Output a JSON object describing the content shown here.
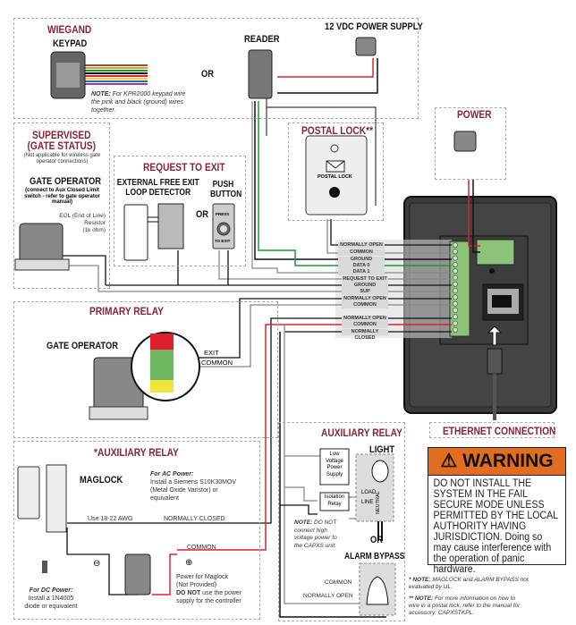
{
  "wiegand": {
    "title": "WIEGAND",
    "keypad": "KEYPAD",
    "or": "OR",
    "reader": "READER",
    "power_supply": "12 VDC POWER SUPPLY",
    "note_label": "NOTE:",
    "note_text": "For KPR2000 keypad wire the pink and black (ground) wires together."
  },
  "supervised": {
    "title_line1": "SUPERVISED",
    "title_line2": "(GATE STATUS)",
    "subtitle": "(Not applicable for wireless gate operator connections)",
    "gate_operator": "GATE OPERATOR",
    "connect_note": "(connect to Aux Closed Limit switch - refer to gate operator manual)",
    "eol_line1": "EOL (End of Line)",
    "eol_line2": "Resistor",
    "eol_line3": "(1k ohm)"
  },
  "request_to_exit": {
    "title": "REQUEST TO EXIT",
    "loop_line1": "EXTERNAL FREE EXIT",
    "loop_line2": "LOOP DETECTOR",
    "or": "OR",
    "push_line1": "PUSH",
    "push_line2": "BUTTON",
    "button_top": "PRESS",
    "button_bottom": "TO EXIT"
  },
  "postal_lock": {
    "title": "POSTAL LOCK**",
    "device_label": "POSTAL LOCK"
  },
  "power": {
    "title": "POWER"
  },
  "terminals": [
    "NORMALLY OPEN",
    "COMMON",
    "GROUND",
    "DATA 0",
    "DATA 1",
    "REQUEST TO EXIT",
    "GROUND",
    "SUP",
    "NORMALLY OPEN",
    "COMMON",
    "NORMALLY OPEN",
    "COMMON",
    "NORMALLY CLOSED"
  ],
  "primary_relay": {
    "title": "PRIMARY RELAY",
    "gate_operator": "GATE OPERATOR",
    "exit": "EXIT",
    "common": "COMMON"
  },
  "aux_relay_left": {
    "title": "*AUXILIARY RELAY",
    "maglock": "MAGLOCK",
    "ac_title": "For AC Power:",
    "ac_text_1": "Install a Siemens S10K30MOV",
    "ac_text_2": "(Metal Oxide Varistor) or",
    "ac_text_3": "equivalent",
    "awg": "Use 18-22 AWG",
    "normally_closed": "NORMALLY CLOSED",
    "common": "COMMON",
    "dc_title": "For DC Power:",
    "dc_text_1": "Install a 1N4005",
    "dc_text_2": "diode or equivalent",
    "power_1": "Power for Maglock",
    "power_2": "(Not Provided)",
    "power_3_bold": "DO NOT",
    "power_3": " use the power",
    "power_4": "supply for the controller",
    "minus": "⊖",
    "plus": "⊕"
  },
  "aux_relay_right": {
    "title": "AUXILIARY RELAY",
    "light": "LIGHT",
    "lvps_1": "Low",
    "lvps_2": "Voltage",
    "lvps_3": "Power",
    "lvps_4": "Supply",
    "iso_1": "Isolation",
    "iso_2": "Relay",
    "load": "LOAD",
    "line": "LINE",
    "neutral": "NEUTRAL",
    "note_label": "NOTE:",
    "note_text": "DO NOT connect high voltage power to the CAPXS unit.",
    "or": "OR",
    "alarm_bypass": "ALARM BYPASS",
    "common": "COMMON",
    "normally_open": "NORMALLY OPEN"
  },
  "ethernet": {
    "title": "ETHERNET CONNECTION"
  },
  "warning": {
    "title": "WARNING",
    "text": "DO NOT INSTALL THE SYSTEM IN THE FAIL SECURE MODE UNLESS PERMITTED BY THE LOCAL AUTHORITY HAVING JURISDICTION. Doing so may cause interference with the operation of panic hardware."
  },
  "footnotes": {
    "n1_label": "* NOTE:",
    "n1_text": "MAGLOCK and ALARM BYPASS not evaluated by UL.",
    "n2_label": "** NOTE:",
    "n2_text": "For more information on how to wire in a postal lock, refer to the manual for accessory: CAPXSTKPL."
  },
  "colors": {
    "section_title": "#8a2434",
    "warning_bar": "#e36d1f",
    "power_wire": "#e0202e",
    "data_wire": "#1a9a3a",
    "terminal_green": "#8cc27a",
    "device_body": "#3a3a3a"
  }
}
